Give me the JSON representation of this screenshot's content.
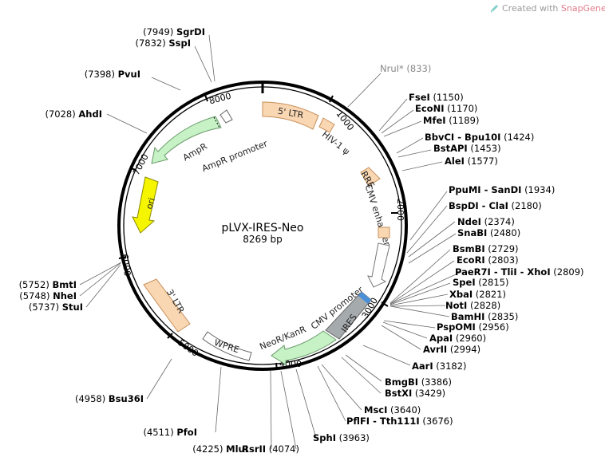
{
  "brand": {
    "prefix": "Created with ",
    "name": "SnapGene",
    "suffix": "®"
  },
  "plasmid": {
    "name": "pLVX-IRES-Neo",
    "length_label": "8269 bp"
  },
  "ticks": [
    "1000",
    "2000",
    "3000",
    "4000",
    "5000",
    "6000",
    "7000",
    "8000"
  ],
  "sites": [
    {
      "name": "SgrDI",
      "pos": "(7949)"
    },
    {
      "name": "SspI",
      "pos": "(7832)"
    },
    {
      "name": "PvuI",
      "pos": "(7398)"
    },
    {
      "name": "AhdI",
      "pos": "(7028)"
    },
    {
      "name": "NruI*",
      "pos": "(833)"
    },
    {
      "name": "FseI",
      "pos": "(1150)"
    },
    {
      "name": "EcoNI",
      "pos": "(1170)"
    },
    {
      "name": "MfeI",
      "pos": "(1189)"
    },
    {
      "name": "BbvCI - Bpu10I",
      "pos": "(1424)"
    },
    {
      "name": "BstAPI",
      "pos": "(1453)"
    },
    {
      "name": "AleI",
      "pos": "(1577)"
    },
    {
      "name": "PpuMI - SanDI",
      "pos": "(1934)"
    },
    {
      "name": "BspDI - ClaI",
      "pos": "(2180)"
    },
    {
      "name": "NdeI",
      "pos": "(2374)"
    },
    {
      "name": "SnaBI",
      "pos": "(2480)"
    },
    {
      "name": "BsmBI",
      "pos": "(2729)"
    },
    {
      "name": "EcoRI",
      "pos": "(2803)"
    },
    {
      "name": "PaeR7I - TliI - XhoI",
      "pos": "(2809)"
    },
    {
      "name": "SpeI",
      "pos": "(2815)"
    },
    {
      "name": "XbaI",
      "pos": "(2821)"
    },
    {
      "name": "NotI",
      "pos": "(2828)"
    },
    {
      "name": "BamHI",
      "pos": "(2835)"
    },
    {
      "name": "PspOMI",
      "pos": "(2956)"
    },
    {
      "name": "ApaI",
      "pos": "(2960)"
    },
    {
      "name": "AvrII",
      "pos": "(2994)"
    },
    {
      "name": "AarI",
      "pos": "(3182)"
    },
    {
      "name": "BmgBI",
      "pos": "(3386)"
    },
    {
      "name": "BstXI",
      "pos": "(3429)"
    },
    {
      "name": "MscI",
      "pos": "(3640)"
    },
    {
      "name": "PflFI - Tth111I",
      "pos": "(3676)"
    },
    {
      "name": "SphI",
      "pos": "(3963)"
    },
    {
      "name": "RsrII",
      "pos": "(4074)"
    },
    {
      "name": "MluI",
      "pos": "(4225)"
    },
    {
      "name": "PfoI",
      "pos": "(4511)"
    },
    {
      "name": "Bsu36I",
      "pos": "(4958)"
    },
    {
      "name": "BmtI",
      "pos": "(5752)"
    },
    {
      "name": "NheI",
      "pos": "(5748)"
    },
    {
      "name": "StuI",
      "pos": "(5737)"
    }
  ],
  "features": {
    "ltr5": "5' LTR",
    "hiv_psi": "HIV-1 ψ",
    "rre": "RRE",
    "cmv_enh": "CMV enhancer",
    "cmv_prom": "CMV promoter",
    "ires": "IRES",
    "neor": "NeoR/KanR",
    "wpre": "WPRE",
    "ltr3": "3' LTR",
    "ori": "ori",
    "ampr": "AmpR",
    "ampr_prom": "AmpR promoter"
  },
  "colors": {
    "ltr": "#fad7b3",
    "ltr_stroke": "#c7905a",
    "misc": "#fad7b3",
    "promoter": "#ffffff",
    "ires": "#a5aaad",
    "ires_band": "#4a90d9",
    "neor": "#c6f2c6",
    "ampr": "#c6f2c6",
    "ori": "#f5f500",
    "wpre": "#ffffff"
  }
}
